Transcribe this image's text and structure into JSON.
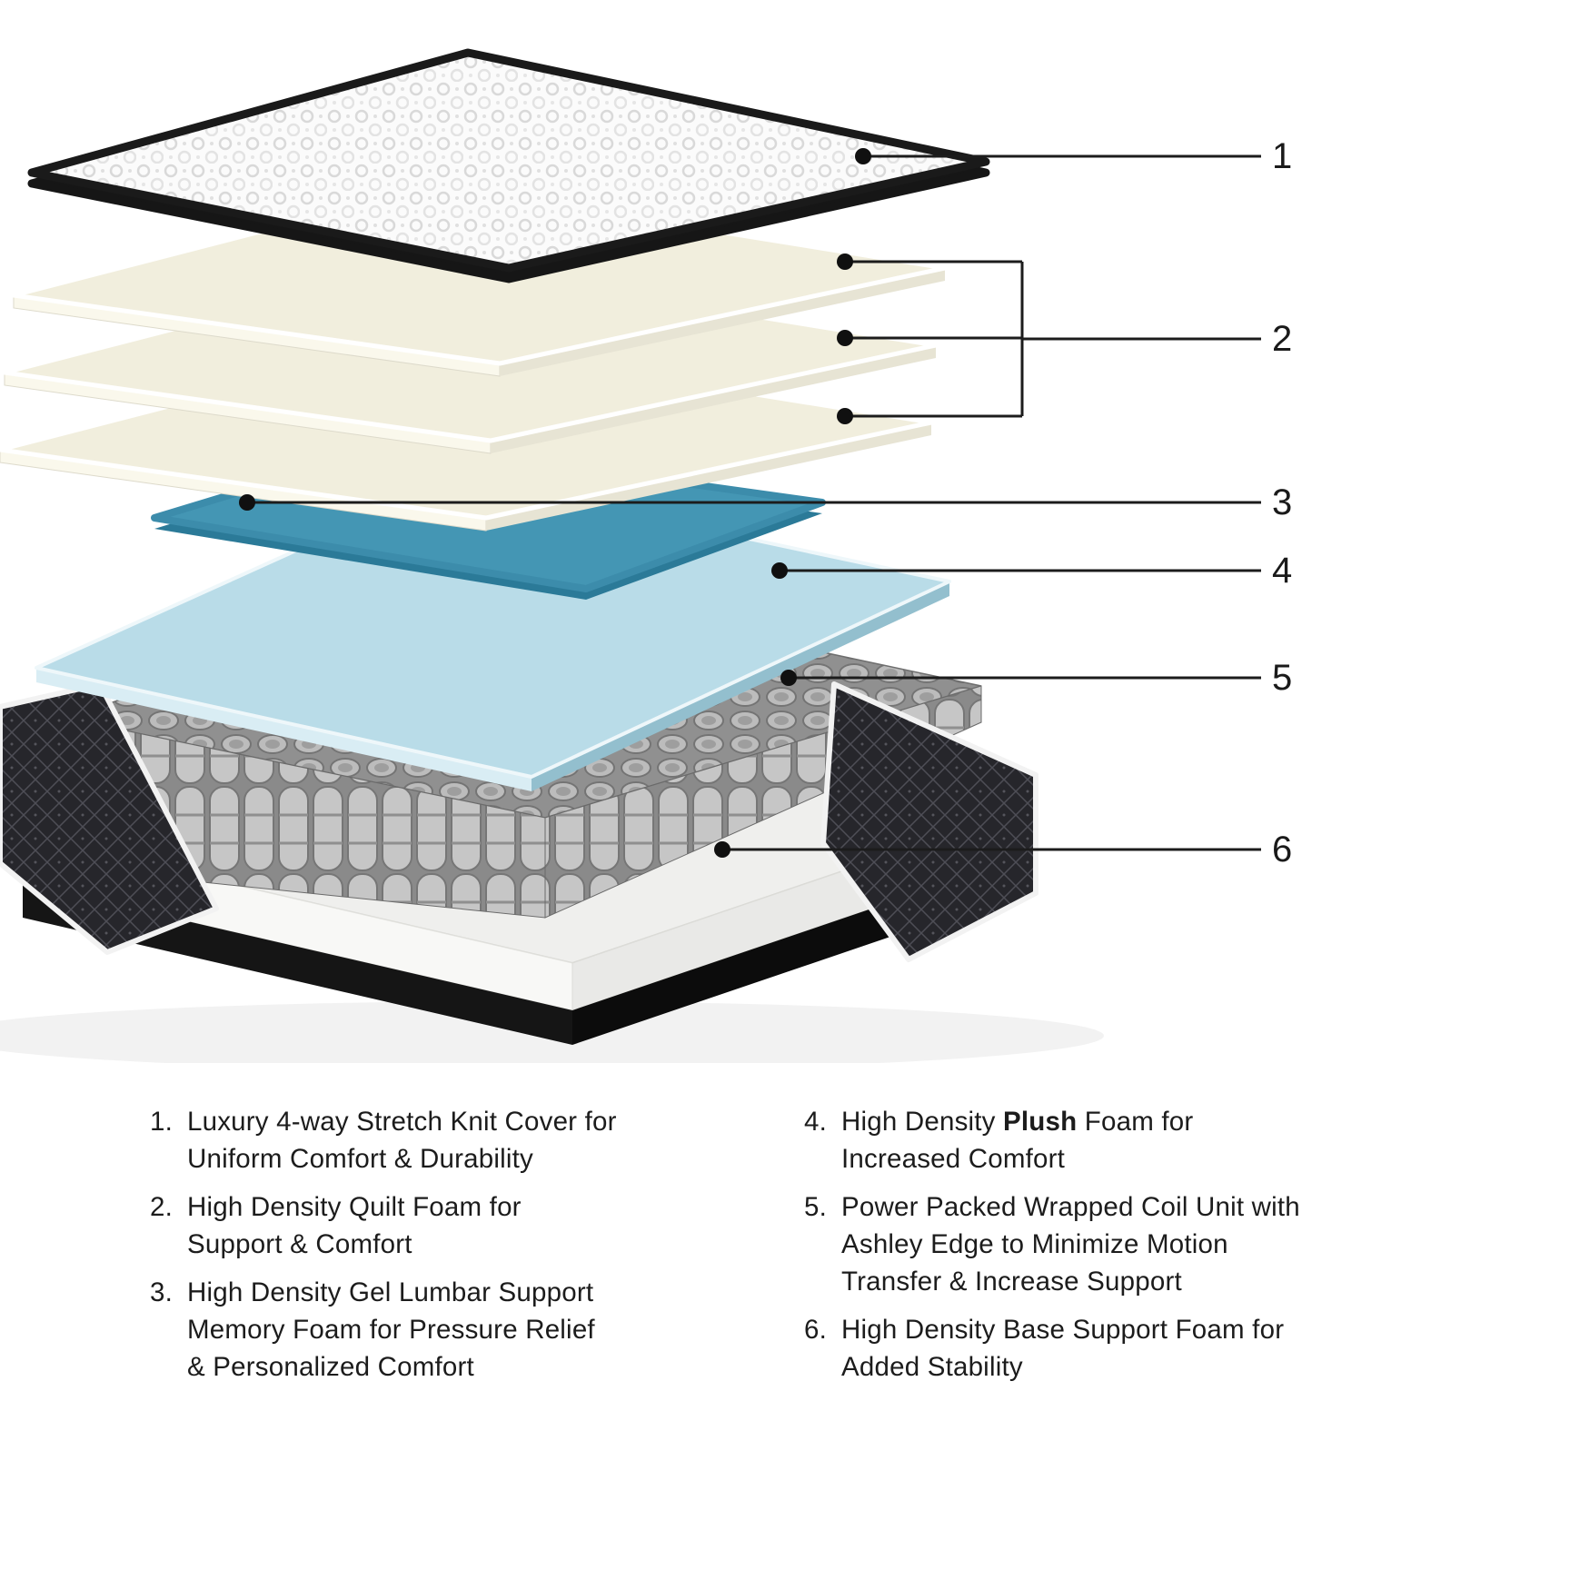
{
  "callouts": [
    {
      "num": "1"
    },
    {
      "num": "2"
    },
    {
      "num": "3"
    },
    {
      "num": "4"
    },
    {
      "num": "5"
    },
    {
      "num": "6"
    }
  ],
  "legend": {
    "left": [
      {
        "num": "1.",
        "text": "Luxury 4-way Stretch Knit Cover for\nUniform Comfort & Durability"
      },
      {
        "num": "2.",
        "text": "High Density Quilt Foam for\nSupport & Comfort"
      },
      {
        "num": "3.",
        "text": "High Density Gel Lumbar Support\nMemory Foam for Pressure Relief\n& Personalized Comfort"
      }
    ],
    "right": [
      {
        "num": "4.",
        "prefix": "High Density ",
        "bold": "Plush",
        "suffix": " Foam for\nIncreased Comfort"
      },
      {
        "num": "5.",
        "text": "Power Packed Wrapped Coil Unit with\nAshley Edge to Minimize Motion\nTransfer & Increase Support"
      },
      {
        "num": "6.",
        "text": "High Density Base Support Foam for\nAdded Stability"
      }
    ]
  },
  "colors": {
    "gel_foam": "#4496b4",
    "gel_foam_edge": "#2b7a98",
    "plush_foam": "#b9dce8",
    "quilt_foam": "#f1eedd",
    "callout_ink": "#1c1c1c"
  }
}
